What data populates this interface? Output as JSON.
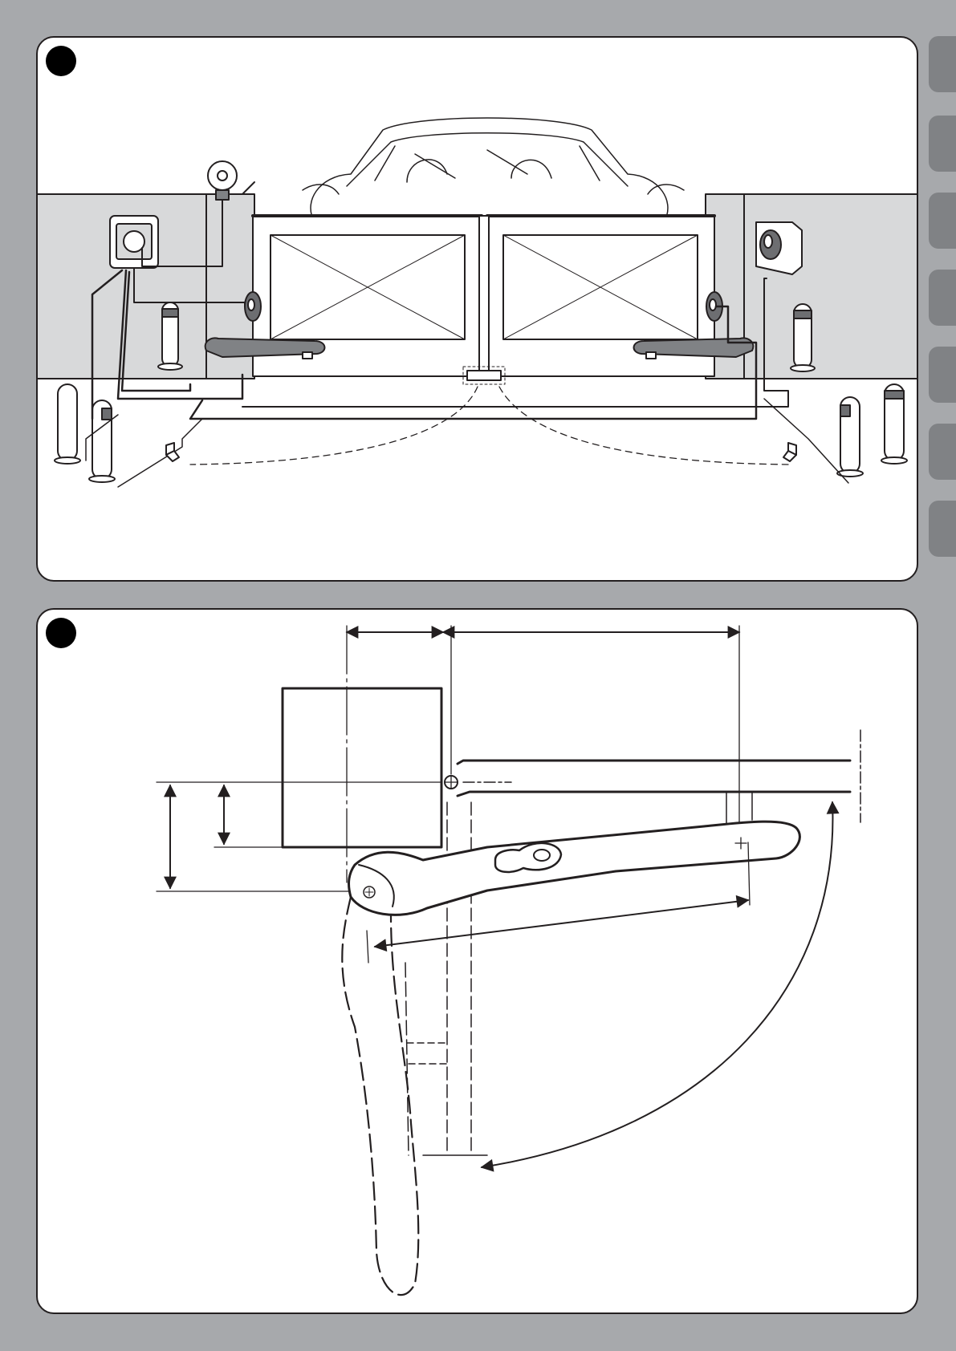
{
  "colors": {
    "page_background": "#a7a9ac",
    "panel_background": "#ffffff",
    "line": "#231f20",
    "wall_fill": "#d8d9da",
    "side_tab": "#808285",
    "device_dark": "#6d6e71"
  },
  "figures": [
    {
      "name": "gate-installation-overview",
      "marker_icon": "black-circle-icon"
    },
    {
      "name": "arm-mounting-dimensions",
      "marker_icon": "black-circle-icon"
    }
  ],
  "side_tabs": {
    "count": 7
  }
}
